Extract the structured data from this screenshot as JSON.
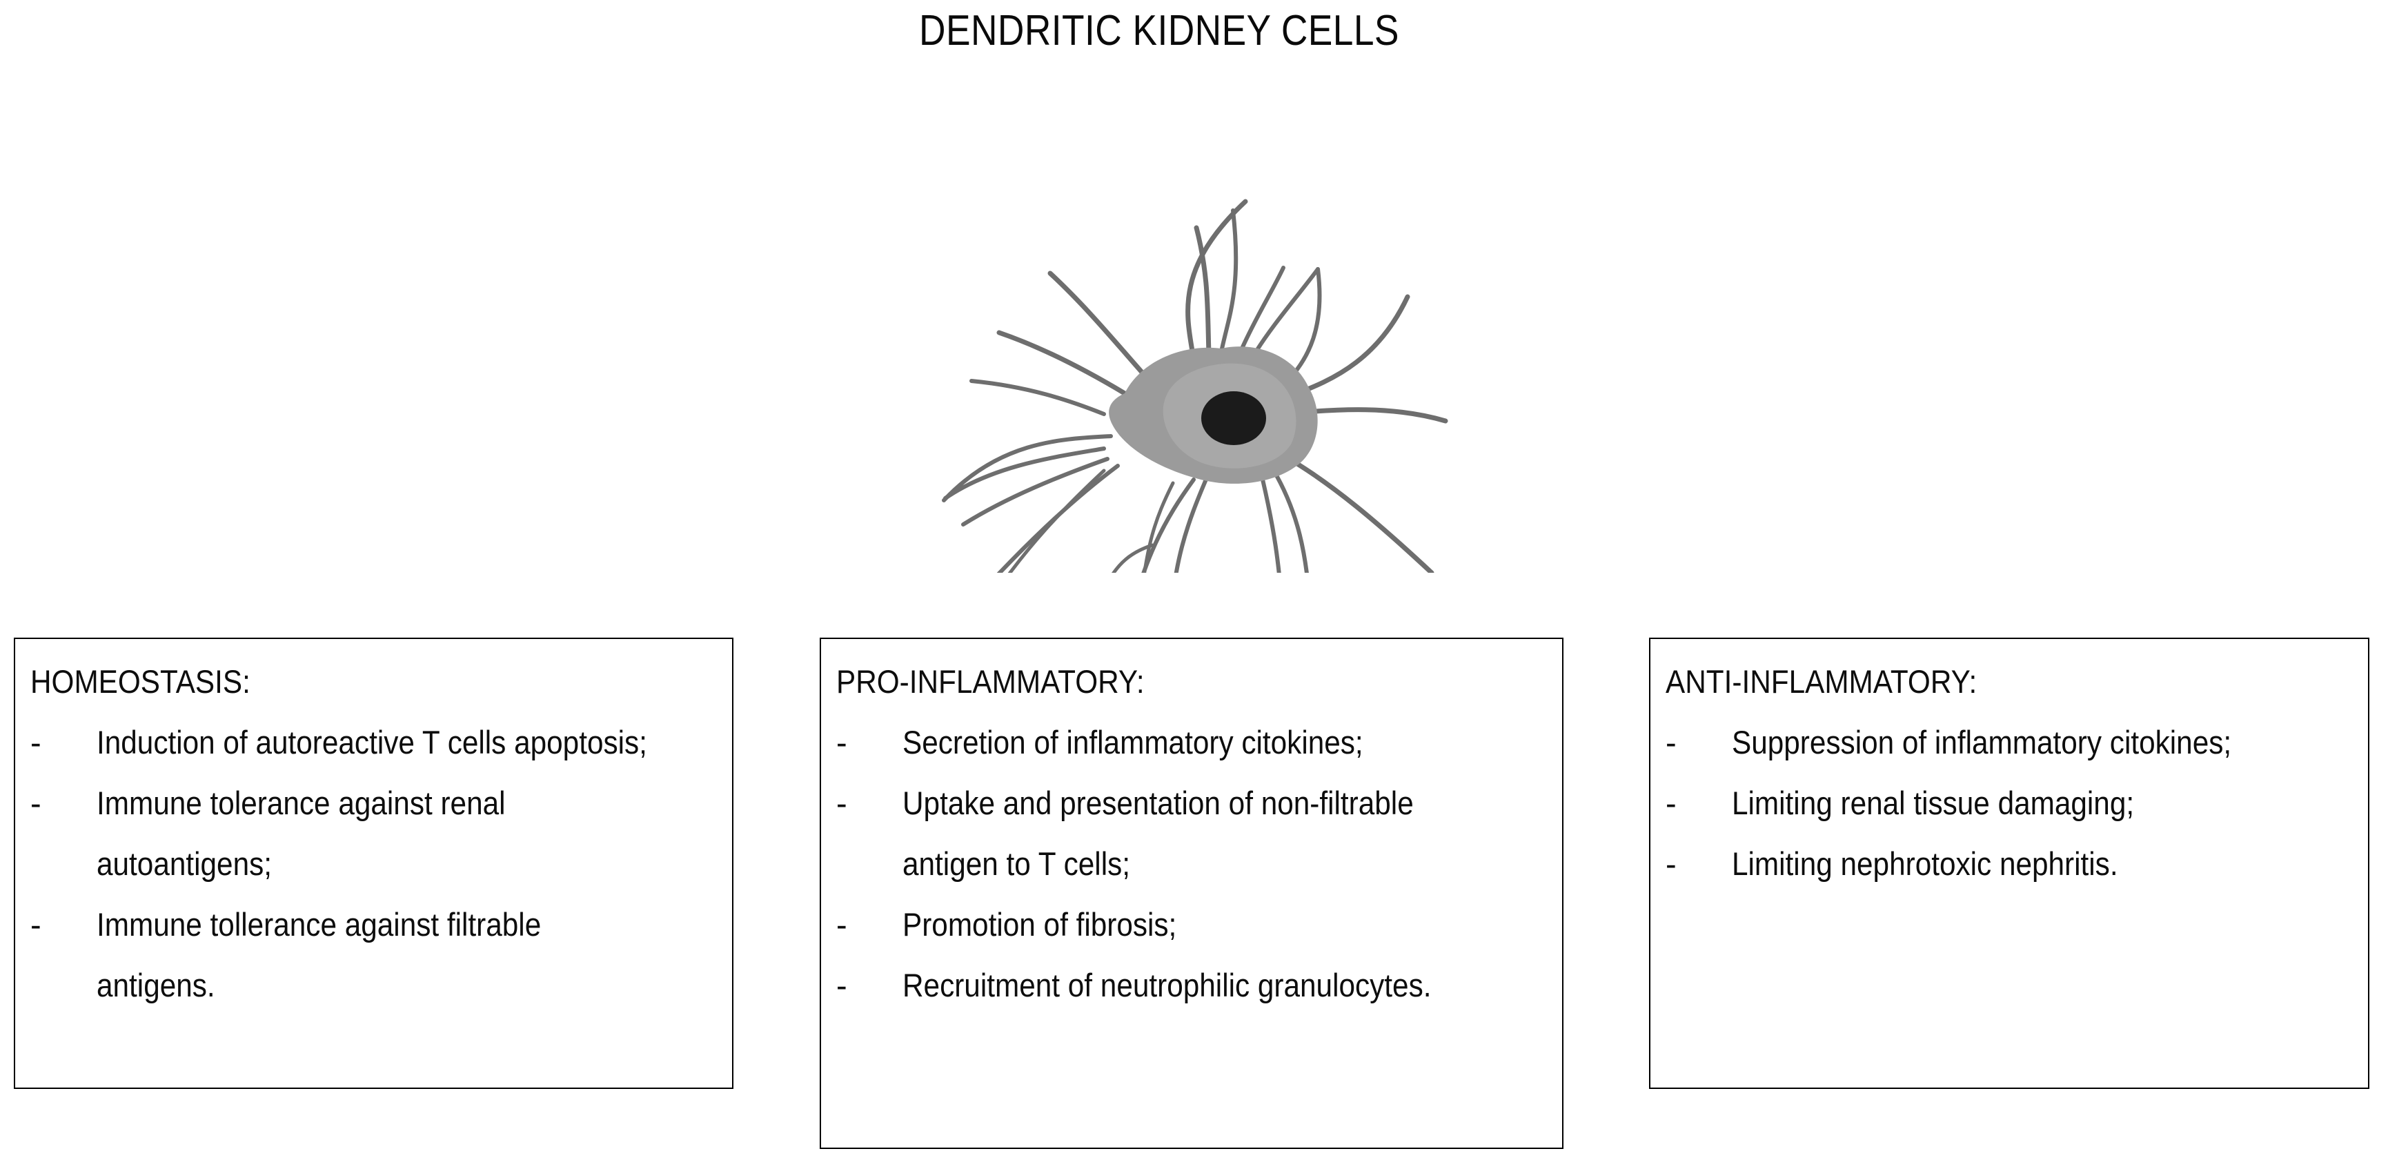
{
  "title": "DENDRITIC KIDNEY CELLS",
  "figure": {
    "name": "dendritic-cell-illustration",
    "soma_color": "#9b9b9b",
    "nucleus_color": "#1b1b1b",
    "dendrite_color": "#6e6e6e",
    "background_color": "#ffffff"
  },
  "boxes": [
    {
      "id": "homeostasis",
      "heading": "HOMEOSTASIS:",
      "items": [
        "Induction of autoreactive T cells apoptosis;",
        "Immune tolerance against renal autoantigens;",
        "Immune tollerance against filtrable antigens."
      ]
    },
    {
      "id": "pro-inflammatory",
      "heading": "PRO-INFLAMMATORY:",
      "items": [
        "Secretion of inflammatory citokines;",
        "Uptake and presentation of non-filtrable antigen to T cells;",
        "Promotion of fibrosis;",
        "Recruitment of neutrophilic granulocytes."
      ]
    },
    {
      "id": "anti-inflammatory",
      "heading": "ANTI-INFLAMMATORY:",
      "items": [
        "Suppression of inflammatory citokines;",
        "Limiting renal tissue damaging;",
        "Limiting nephrotoxic nephritis."
      ]
    }
  ],
  "bullet_marker": "-"
}
